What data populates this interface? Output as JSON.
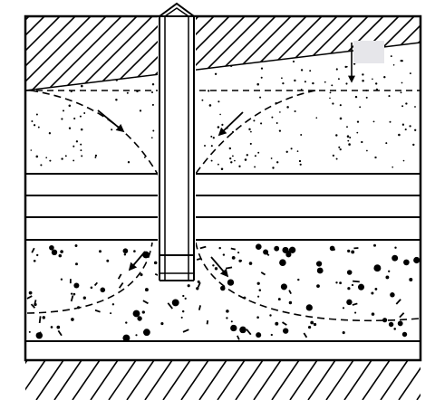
{
  "figure": {
    "subject": "well-in-layered-aquifer-cross-section",
    "colors": {
      "stroke": "#000000",
      "background": "#ffffff",
      "label_box": "#e6e6ea"
    },
    "icons": [
      "hatched-ground-surface",
      "dotted-sand-layer",
      "clay-bands",
      "gravel-layer",
      "hatched-bedrock",
      "well-casing",
      "well-screen",
      "flow-arrow"
    ]
  }
}
